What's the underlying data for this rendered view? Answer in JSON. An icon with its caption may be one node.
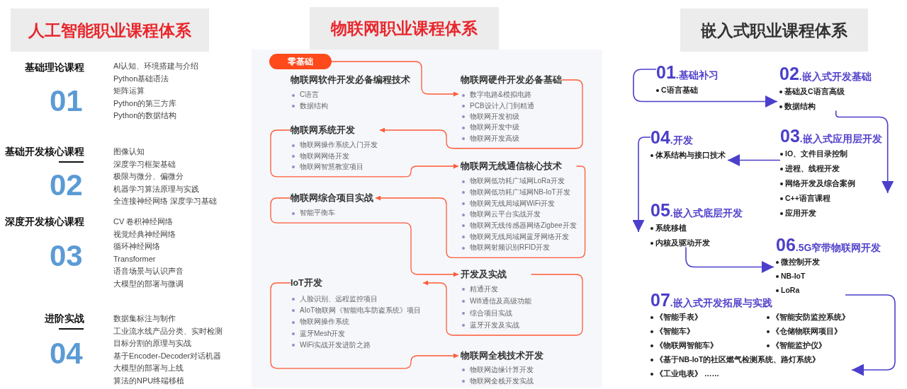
{
  "diagram": {
    "nodes": [
      {
        "text": [
          "人工智能职业课程体系"
        ]
      },
      {
        "text": [
          "物联网职业课程体系"
        ]
      },
      {
        "text": [
          "嵌入式职业课程体系"
        ]
      },
      {
        "text": [
          "零基础"
        ]
      },
      {
        "text": [
          "物联网软件开发必备编程技术",
          "C语言",
          "数据结构"
        ]
      },
      {
        "text": [
          "物联网硬件开发必备基础",
          "数字电路&模拟电路",
          "PCB设计入门到精通",
          "物联网开发初级",
          "物联网开发中级",
          "物联网开发高级"
        ]
      },
      {
        "text": [
          "物联网系统开发",
          "物联网操作系统入门开发",
          "物联网网络开发",
          "物联网智慧教室项目"
        ]
      },
      {
        "text": [
          "物联网无线通信核心技术",
          "物联网低功耗广域网LoRa开发",
          "物联网低功耗广域网NB-IoT开发",
          "物联网无线局域网WiFi开发",
          "物联网云平台实战开发",
          "物联网无线传感器网络Zigbee开发",
          "物联网无线局域网蓝牙网络开发",
          "物联网射频识别RFID开发"
        ]
      },
      {
        "text": [
          "物联网综合项目实战",
          "智能平衡车"
        ]
      },
      {
        "text": [
          "开发及实战",
          "精通开发",
          "Wifi通信及高级功能",
          "综合项目实战",
          "蓝牙开发及实战"
        ]
      },
      {
        "text": [
          "IoT开发",
          "人脸识别、远程监控项目",
          "AIoT物联网《智能电车防盗系统》项目",
          "物联网操作系统",
          "蓝牙Mesh开发",
          "WiFi实战开发进阶之路"
        ]
      },
      {
        "text": [
          "物联网全栈技术开发",
          "物联网边缘计算开发",
          "物联网全栈开发实战"
        ]
      },
      {
        "text": [
          "01",
          ".基础补习",
          "C语言基础"
        ]
      },
      {
        "text": [
          "02",
          ".嵌入式开发基础",
          "基础及C语言高级",
          "数据结构"
        ]
      },
      {
        "text": [
          "03",
          ".嵌入式应用层开发",
          "IO、文件目录控制",
          "进程、线程开发",
          "网络开发及综合案例",
          "C++语言课程",
          "应用开发"
        ]
      },
      {
        "text": [
          "04",
          ".开发",
          "体系结构与接口技术"
        ]
      },
      {
        "text": [
          "05",
          ".嵌入式底层开发",
          "系统移植",
          "内核及驱动开发"
        ]
      },
      {
        "text": [
          "06",
          ".5G窄带物联网开发",
          "微控制开发",
          "NB-IoT",
          "LoRa"
        ]
      },
      {
        "text": [
          "07",
          ".嵌入式开发拓展与实践",
          "《智能手表》",
          "《智能安防监控系统》",
          "《智能车》",
          "《仓储物联网项目》",
          "《物联网智能车》",
          "《智能监护仪》",
          "《基于NB-IoT的社区燃气检测系统、路灯系统》",
          "《工业电表》 ……"
        ]
      }
    ],
    "edges": [
      {
        "from": 3,
        "to": 5,
        "arrow": "to"
      },
      {
        "from": 5,
        "to": 6,
        "arrow": "to"
      },
      {
        "from": 6,
        "to": 7,
        "arrow": "to"
      },
      {
        "from": 7,
        "to": 8,
        "arrow": "to"
      },
      {
        "from": 8,
        "to": 9,
        "arrow": "to"
      },
      {
        "from": 9,
        "to": 10,
        "arrow": "to"
      },
      {
        "from": 10,
        "to": 11,
        "arrow": "to"
      },
      {
        "from": 12,
        "to": 13,
        "arrow": "to",
        "color": "#4b3fcb"
      },
      {
        "from": 13,
        "to": 14,
        "arrow": "to",
        "color": "#4b3fcb"
      },
      {
        "from": 14,
        "to": 15,
        "arrow": "to",
        "color": "#4b3fcb"
      },
      {
        "from": 15,
        "to": 16,
        "arrow": "to",
        "color": "#4b3fcb"
      },
      {
        "from": 16,
        "to": 17,
        "arrow": "to",
        "color": "#4b3fcb"
      },
      {
        "from": 17,
        "to": 18,
        "arrow": "to",
        "color": "#4b3fcb"
      }
    ],
    "labels": [
      "基础理论课程",
      "01",
      "AI认知、环境搭建与介绍",
      "Python基础语法",
      "矩阵运算",
      "Python的第三方库",
      "Python的数据结构",
      "基础开发核心课程",
      "02",
      "图像认知",
      "深度学习框架基础",
      "极限与微分、偏微分",
      "机器学习算法原理与实践",
      "全连接神经网络 深度学习基础",
      "深度开发核心课程",
      "03",
      "CV 卷积神经网络",
      "视觉经典神经网络",
      "循环神经网络",
      "Transformer",
      "语音场景与认识声音",
      "大模型的部署与微调",
      "进阶实战",
      "04",
      "数据集标注与制作",
      "工业流水线产品分类、实时检测",
      "目标分割的原理与实战",
      "基于Encoder-Decoder对话机器",
      "大模型的部署与上线",
      "算法的NPU终端移植"
    ]
  }
}
